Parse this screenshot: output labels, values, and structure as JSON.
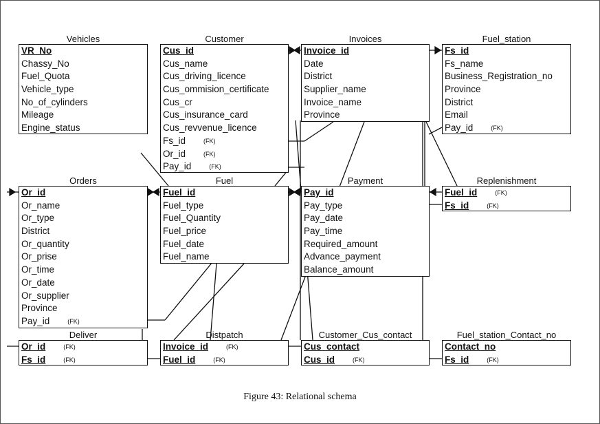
{
  "caption": "Figure 43: Relational schema",
  "tables": {
    "vehicles": {
      "name": "Vehicles",
      "rows": [
        {
          "text": "VR_No",
          "pk": true,
          "fk": ""
        },
        {
          "text": "Chassy_No",
          "pk": false,
          "fk": ""
        },
        {
          "text": "Fuel_Quota",
          "pk": false,
          "fk": ""
        },
        {
          "text": "Vehicle_type",
          "pk": false,
          "fk": ""
        },
        {
          "text": "No_of_cylinders",
          "pk": false,
          "fk": ""
        },
        {
          "text": "Mileage",
          "pk": false,
          "fk": ""
        },
        {
          "text": "Engine_status",
          "pk": false,
          "fk": ""
        }
      ]
    },
    "customer": {
      "name": "Customer",
      "rows": [
        {
          "text": "Cus_id",
          "pk": true,
          "fk": ""
        },
        {
          "text": "Cus_name",
          "pk": false,
          "fk": ""
        },
        {
          "text": "Cus_driving_licence",
          "pk": false,
          "fk": ""
        },
        {
          "text": "Cus_ommision_certificate",
          "pk": false,
          "fk": ""
        },
        {
          "text": "Cus_cr",
          "pk": false,
          "fk": ""
        },
        {
          "text": "Cus_insurance_card",
          "pk": false,
          "fk": ""
        },
        {
          "text": "Cus_revvenue_licence",
          "pk": false,
          "fk": ""
        },
        {
          "text": "Fs_id",
          "pk": false,
          "fk": "(FK)"
        },
        {
          "text": "Or_id",
          "pk": false,
          "fk": "(FK)"
        },
        {
          "text": "Pay_id",
          "pk": false,
          "fk": "(FK)"
        }
      ]
    },
    "invoices": {
      "name": "Invoices",
      "rows": [
        {
          "text": "Invoice_id",
          "pk": true,
          "fk": ""
        },
        {
          "text": "Date",
          "pk": false,
          "fk": ""
        },
        {
          "text": "District",
          "pk": false,
          "fk": ""
        },
        {
          "text": "Supplier_name",
          "pk": false,
          "fk": ""
        },
        {
          "text": "Invoice_name",
          "pk": false,
          "fk": ""
        },
        {
          "text": "Province",
          "pk": false,
          "fk": ""
        }
      ]
    },
    "fuel_station": {
      "name": "Fuel_station",
      "rows": [
        {
          "text": "Fs_id",
          "pk": true,
          "fk": ""
        },
        {
          "text": "Fs_name",
          "pk": false,
          "fk": ""
        },
        {
          "text": "Business_Registration_no",
          "pk": false,
          "fk": ""
        },
        {
          "text": "Province",
          "pk": false,
          "fk": ""
        },
        {
          "text": "District",
          "pk": false,
          "fk": ""
        },
        {
          "text": "Email",
          "pk": false,
          "fk": ""
        },
        {
          "text": "Pay_id",
          "pk": false,
          "fk": "(FK)"
        }
      ]
    },
    "orders": {
      "name": "Orders",
      "rows": [
        {
          "text": "Or_id",
          "pk": true,
          "fk": ""
        },
        {
          "text": "Or_name",
          "pk": false,
          "fk": ""
        },
        {
          "text": "Or_type",
          "pk": false,
          "fk": ""
        },
        {
          "text": "District",
          "pk": false,
          "fk": ""
        },
        {
          "text": "Or_quantity",
          "pk": false,
          "fk": ""
        },
        {
          "text": "Or_prise",
          "pk": false,
          "fk": ""
        },
        {
          "text": "Or_time",
          "pk": false,
          "fk": ""
        },
        {
          "text": "Or_date",
          "pk": false,
          "fk": ""
        },
        {
          "text": "Or_supplier",
          "pk": false,
          "fk": ""
        },
        {
          "text": "Province",
          "pk": false,
          "fk": ""
        },
        {
          "text": "Pay_id",
          "pk": false,
          "fk": "(FK)"
        }
      ]
    },
    "fuel": {
      "name": "Fuel",
      "rows": [
        {
          "text": "Fuel_id",
          "pk": true,
          "fk": ""
        },
        {
          "text": "Fuel_type",
          "pk": false,
          "fk": ""
        },
        {
          "text": "Fuel_Quantity",
          "pk": false,
          "fk": ""
        },
        {
          "text": "Fuel_price",
          "pk": false,
          "fk": ""
        },
        {
          "text": "Fuel_date",
          "pk": false,
          "fk": ""
        },
        {
          "text": "Fuel_name",
          "pk": false,
          "fk": ""
        }
      ]
    },
    "payment": {
      "name": "Payment",
      "rows": [
        {
          "text": "Pay_id",
          "pk": true,
          "fk": ""
        },
        {
          "text": "Pay_type",
          "pk": false,
          "fk": ""
        },
        {
          "text": "Pay_date",
          "pk": false,
          "fk": ""
        },
        {
          "text": "Pay_time",
          "pk": false,
          "fk": ""
        },
        {
          "text": "Required_amount",
          "pk": false,
          "fk": ""
        },
        {
          "text": "Advance_payment",
          "pk": false,
          "fk": ""
        },
        {
          "text": "Balance_amount",
          "pk": false,
          "fk": ""
        }
      ]
    },
    "replenishment": {
      "name": "Replenishment",
      "rows": [
        {
          "text": "Fuel_id",
          "pk": true,
          "fk": "(FK)"
        },
        {
          "text": "Fs_id",
          "pk": true,
          "fk": "(FK)"
        }
      ]
    },
    "deliver": {
      "name": "Deliver",
      "rows": [
        {
          "text": "Or_id",
          "pk": true,
          "fk": "(FK)"
        },
        {
          "text": "Fs_id",
          "pk": true,
          "fk": "(FK)"
        }
      ]
    },
    "distpatch": {
      "name": "Distpatch",
      "rows": [
        {
          "text": "Invoice_id",
          "pk": true,
          "fk": "(FK)"
        },
        {
          "text": "Fuel_id",
          "pk": true,
          "fk": "(FK)"
        }
      ]
    },
    "customer_cus_contact": {
      "name": "Customer_Cus_contact",
      "rows": [
        {
          "text": "Cus_contact",
          "pk": true,
          "fk": ""
        },
        {
          "text": "Cus_id",
          "pk": true,
          "fk": "(FK)"
        }
      ]
    },
    "fuel_station_contact_no": {
      "name": "Fuel_station_Contact_no",
      "rows": [
        {
          "text": "Contact_no",
          "pk": true,
          "fk": ""
        },
        {
          "text": "Fs_id",
          "pk": true,
          "fk": "(FK)"
        }
      ]
    }
  }
}
